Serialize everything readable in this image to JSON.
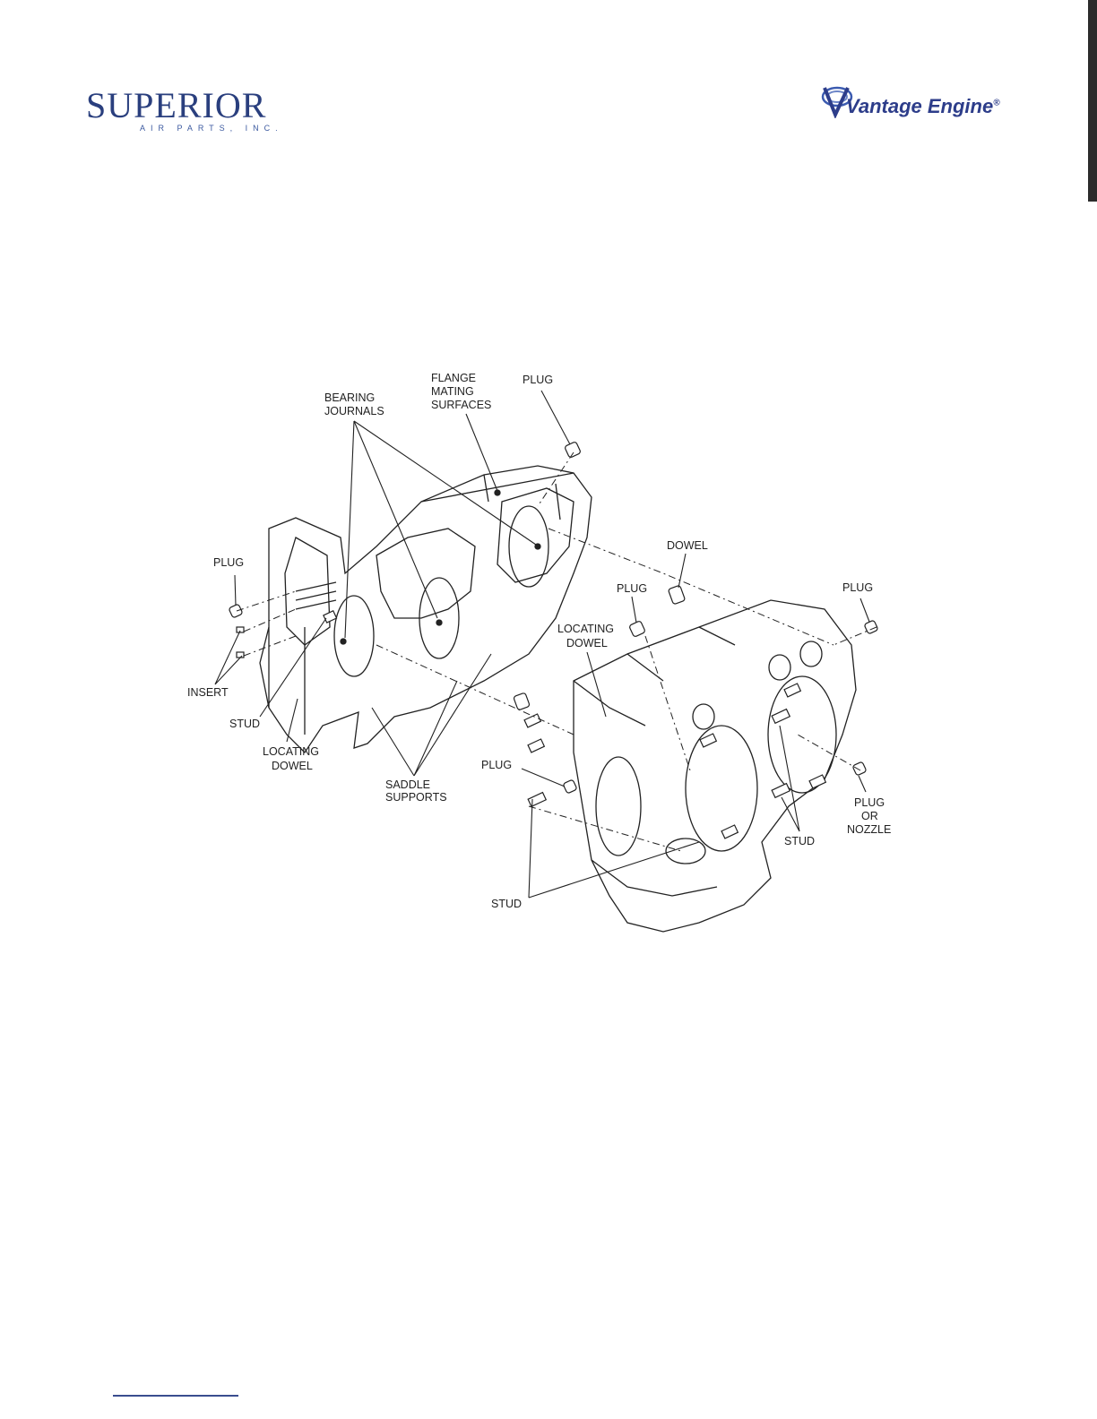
{
  "header": {
    "brand_left": {
      "name": "SUPERIOR",
      "tagline": "AIR PARTS, INC.",
      "color": "#2a3f7e"
    },
    "brand_right": {
      "name": "Vantage Engine",
      "mark": "®",
      "color": "#2d3d8a"
    }
  },
  "diagram": {
    "labels": {
      "bearing_journals_1": "BEARING",
      "bearing_journals_2": "JOURNALS",
      "flange_1": "FLANGE",
      "flange_2": "MATING",
      "flange_3": "SURFACES",
      "plug_top": "PLUG",
      "plug_left": "PLUG",
      "insert": "INSERT",
      "stud_left": "STUD",
      "locating_dowel_left_1": "LOCATING",
      "locating_dowel_left_2": "DOWEL",
      "saddle_1": "SADDLE",
      "saddle_2": "SUPPORTS",
      "dowel": "DOWEL",
      "plug_mid": "PLUG",
      "plug_right": "PLUG",
      "locating_dowel_mid_1": "LOCATING",
      "locating_dowel_mid_2": "DOWEL",
      "plug_lower": "PLUG",
      "stud_right": "STUD",
      "plug_nozzle_1": "PLUG",
      "plug_nozzle_2": "OR",
      "plug_nozzle_3": "NOZZLE",
      "stud_bottom": "STUD"
    }
  },
  "colors": {
    "line": "#222222",
    "accent": "#3a4d8f"
  }
}
